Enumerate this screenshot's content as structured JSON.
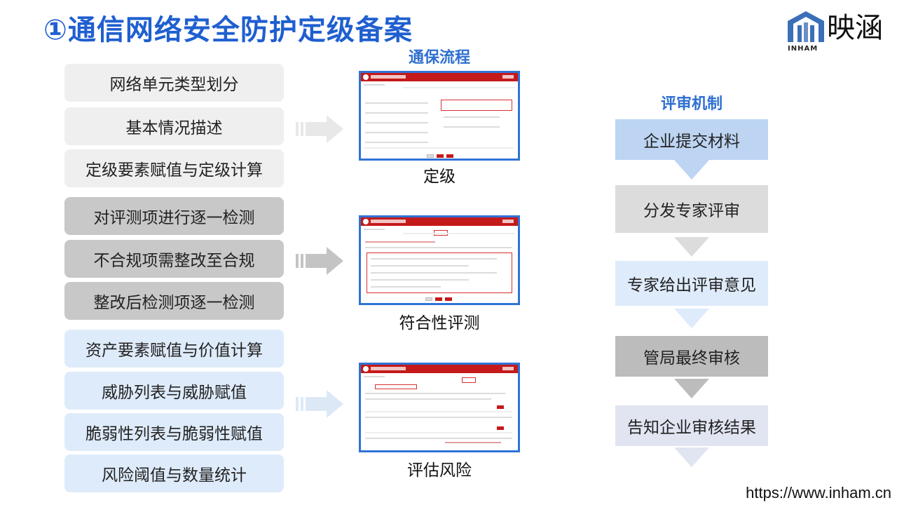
{
  "title": "①通信网络安全防护定级备案",
  "logo": {
    "name_cn": "映涵",
    "name_en": "INHAM"
  },
  "flow": {
    "heading": "通保流程",
    "groups": [
      {
        "items": [
          "网络单元类型划分",
          "基本情况描述",
          "定级要素赋值与定级计算"
        ],
        "caption": "定级"
      },
      {
        "items": [
          "对评测项进行逐一检测",
          "不合规项需整改至合规",
          "整改后检测项逐一检测"
        ],
        "caption": "符合性评测"
      },
      {
        "items": [
          "资产要素赋值与价值计算",
          "威胁列表与威胁赋值",
          "脆弱性列表与脆弱性赋值",
          "风险阈值与数量统计"
        ],
        "caption": "评估风险"
      }
    ]
  },
  "review": {
    "heading": "评审机制",
    "steps": [
      "企业提交材料",
      "分发专家评审",
      "专家给出评审意见",
      "管局最终审核",
      "告知企业审核结果"
    ]
  },
  "footer_url": "https://www.inham.cn",
  "colors": {
    "accent": "#2f6fd0",
    "title": "#1f5fd0",
    "screenshot_border": "#2f73d6",
    "brand_red": "#c41a1a"
  }
}
